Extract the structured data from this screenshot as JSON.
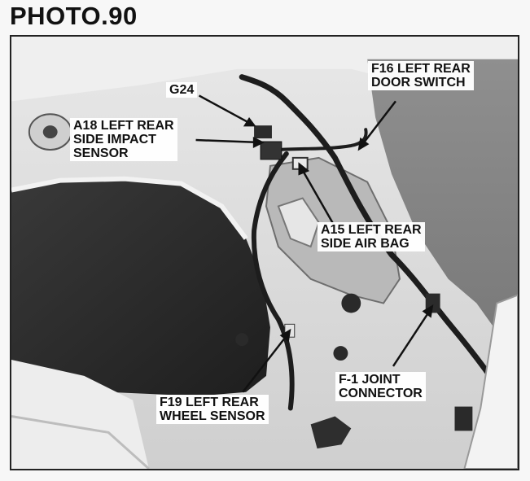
{
  "figure": {
    "title": "PHOTO.90"
  },
  "callouts": {
    "g24": [
      "G24"
    ],
    "a18": [
      "A18 LEFT REAR",
      "SIDE IMPACT",
      "SENSOR"
    ],
    "f16": [
      "F16 LEFT REAR",
      "DOOR SWITCH"
    ],
    "a15": [
      "A15 LEFT REAR",
      "SIDE AIR BAG"
    ],
    "f1": [
      "F-1 JOINT",
      "CONNECTOR"
    ],
    "f19": [
      "F19 LEFT REAR",
      "WHEEL SENSOR"
    ]
  }
}
